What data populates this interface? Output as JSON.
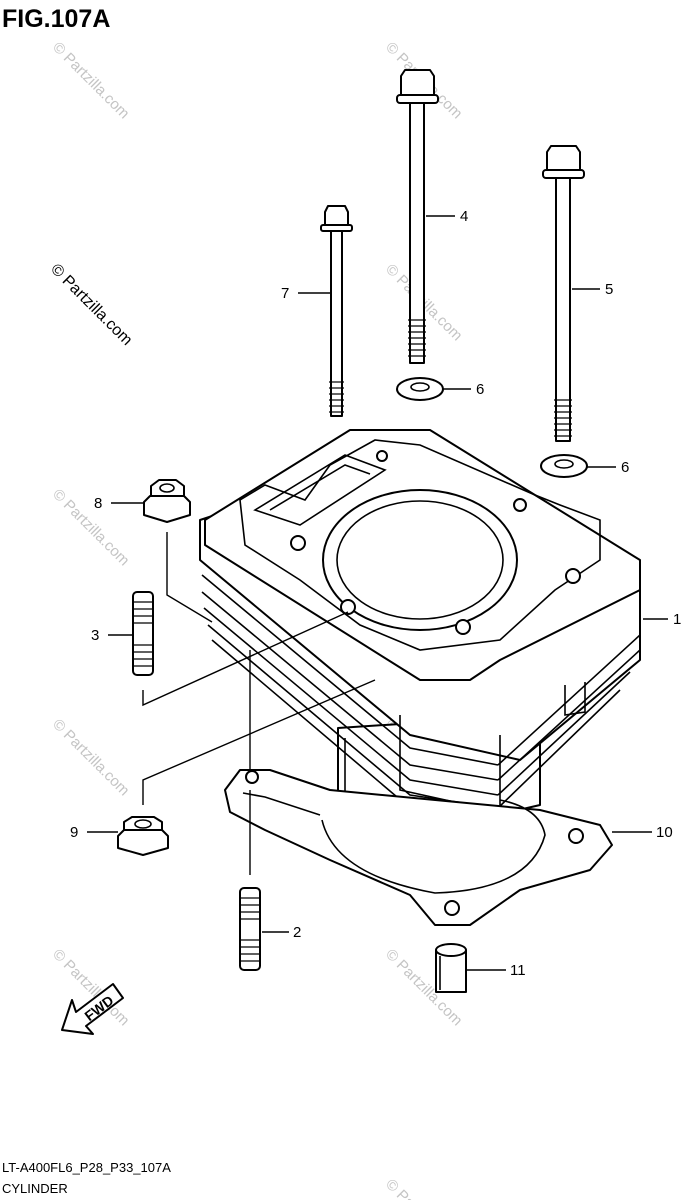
{
  "figure": {
    "title": "FIG.107A",
    "code": "LT-A400FL6_P28_P33_107A",
    "name": "CYLINDER"
  },
  "watermark": "© Partzilla.com",
  "direction_arrow": "FWD",
  "callouts": [
    "1",
    "2",
    "3",
    "4",
    "5",
    "6",
    "6",
    "7",
    "8",
    "9",
    "10",
    "11"
  ]
}
